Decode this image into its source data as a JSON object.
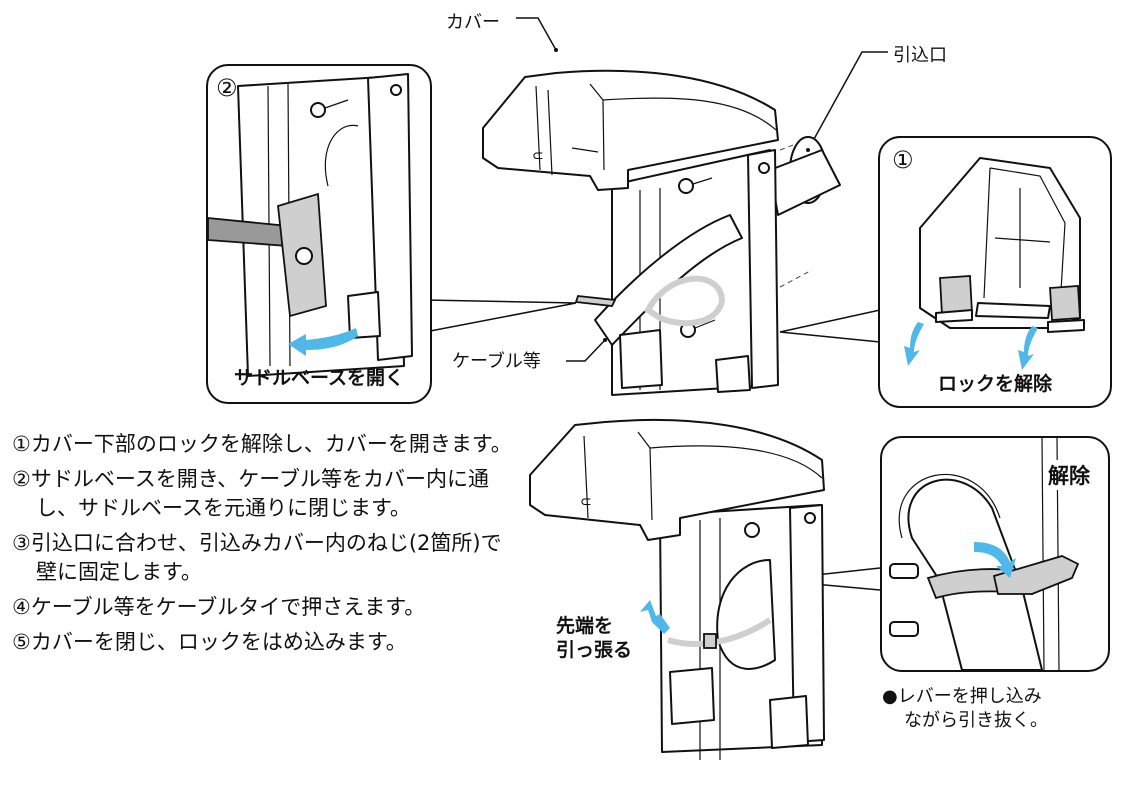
{
  "labels": {
    "cover": "カバー",
    "inlet": "引込口",
    "cable": "ケーブル等",
    "pull_tip_line1": "先端を",
    "pull_tip_line2": "引っ張る",
    "release": "解除"
  },
  "panels": {
    "step2": {
      "number": "②",
      "caption": "サドルベースを開く"
    },
    "step1": {
      "number": "①",
      "caption": "ロックを解除"
    },
    "tie_release": {
      "caption": "解除"
    }
  },
  "note": {
    "line1": "●レバーを押し込み",
    "line2": "ながら引き抜く。"
  },
  "steps": [
    {
      "text": "①カバー下部のロックを解除し、カバーを開きます。"
    },
    {
      "text": "②サドルベースを開き、ケーブル等をカバー内に通し、サドルベースを元通りに閉じます。"
    },
    {
      "text": "③引込口に合わせ、引込みカバー内のねじ(2箇所)で壁に固定します。"
    },
    {
      "text": "④ケーブル等をケーブルタイで押さえます。"
    },
    {
      "text": "⑤カバーを閉じ、ロックをはめ込みます。"
    }
  ],
  "colors": {
    "arrow": "#4fb8e8",
    "part_grey": "#cfcfcf",
    "outline": "#111111"
  }
}
